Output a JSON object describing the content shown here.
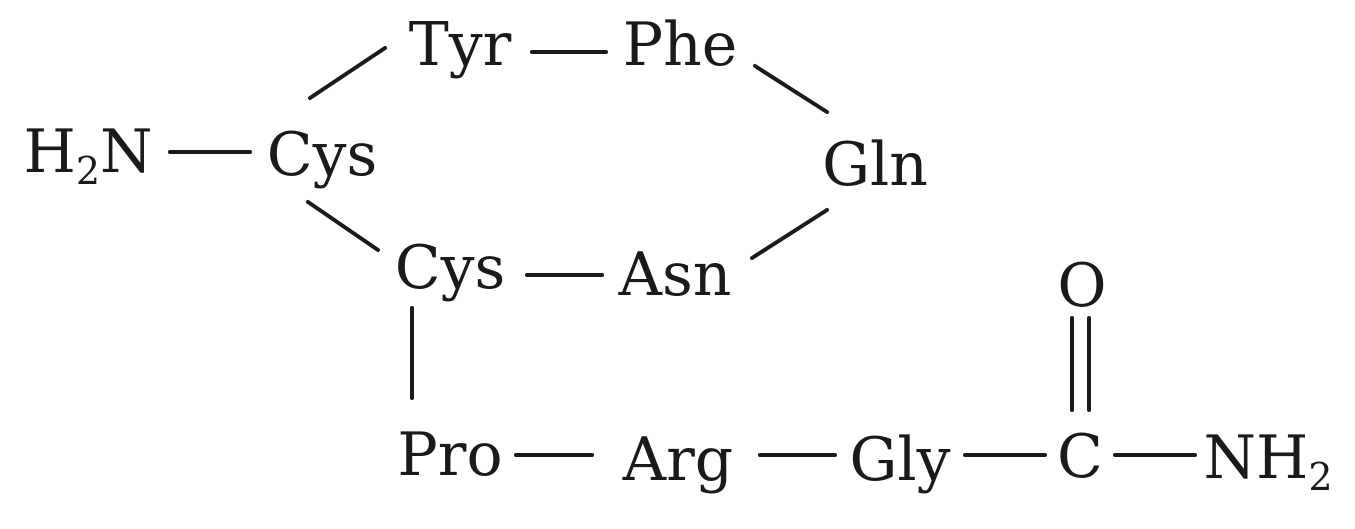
{
  "structure": {
    "atoms": {
      "h2n": {
        "text": "H",
        "sub": "2",
        "tail": "N"
      },
      "cys1": {
        "text": "Cys"
      },
      "tyr": {
        "text": "Tyr"
      },
      "phe": {
        "text": "Phe"
      },
      "gln": {
        "text": "Gln"
      },
      "asn": {
        "text": "Asn"
      },
      "cys2": {
        "text": "Cys"
      },
      "pro": {
        "text": "Pro"
      },
      "arg": {
        "text": "Arg"
      },
      "gly": {
        "text": "Gly"
      },
      "carbonyl_c": {
        "text": "C"
      },
      "carbonyl_o": {
        "text": "O"
      },
      "nh2": {
        "text": "NH",
        "sub": "2"
      }
    },
    "colors": {
      "ink": "#1a1a1a",
      "background": "#ffffff"
    }
  }
}
